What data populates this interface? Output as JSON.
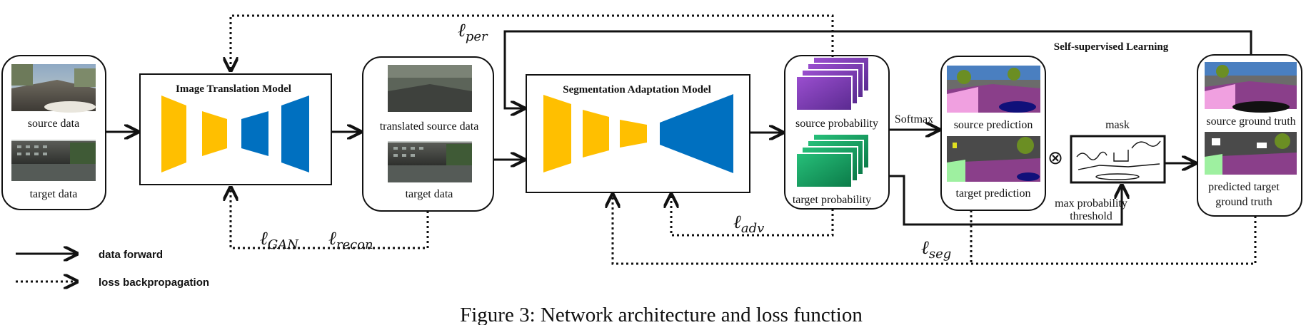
{
  "caption": "Figure 3: Network architecture and loss function",
  "panels": {
    "input_box": {
      "source_label": "source data",
      "target_label": "target data"
    },
    "image_translation": {
      "title": "Image Translation Model"
    },
    "translated_box": {
      "translated_label": "translated source data",
      "target_label": "target data"
    },
    "segmentation": {
      "title": "Segmentation Adaptation Model"
    },
    "probability_box": {
      "source_label": "source probability",
      "target_label": "target probability"
    },
    "prediction_box": {
      "source_label": "source prediction",
      "target_label": "target prediction"
    },
    "mask": {
      "label": "mask",
      "threshold_line1": "max probability",
      "threshold_line2": "threshold"
    },
    "ground_truth_box": {
      "source_label": "source ground truth",
      "target_line1": "predicted target",
      "target_line2": "ground truth"
    }
  },
  "labels": {
    "softmax": "Softmax",
    "self_supervised": "Self-supervised Learning",
    "times_symbol": "⊗"
  },
  "losses": {
    "per": {
      "base": "ℓ",
      "sub": "per"
    },
    "gan": {
      "base": "ℓ",
      "sub": "GAN"
    },
    "recon": {
      "base": "ℓ",
      "sub": "recon"
    },
    "adv": {
      "base": "ℓ",
      "sub": "adv"
    },
    "seg": {
      "base": "ℓ",
      "sub": "seg"
    }
  },
  "legend": {
    "data_forward": "data forward",
    "loss_backpropagation": "loss backpropagation"
  },
  "colors": {
    "encoder": "#ffbf00",
    "decoder": "#0070c0",
    "source_prob": "#7a3bb5",
    "target_prob": "#10a060",
    "seg_purple": "#8a3f8a",
    "seg_green": "#9ef0a0",
    "line": "#111111"
  }
}
